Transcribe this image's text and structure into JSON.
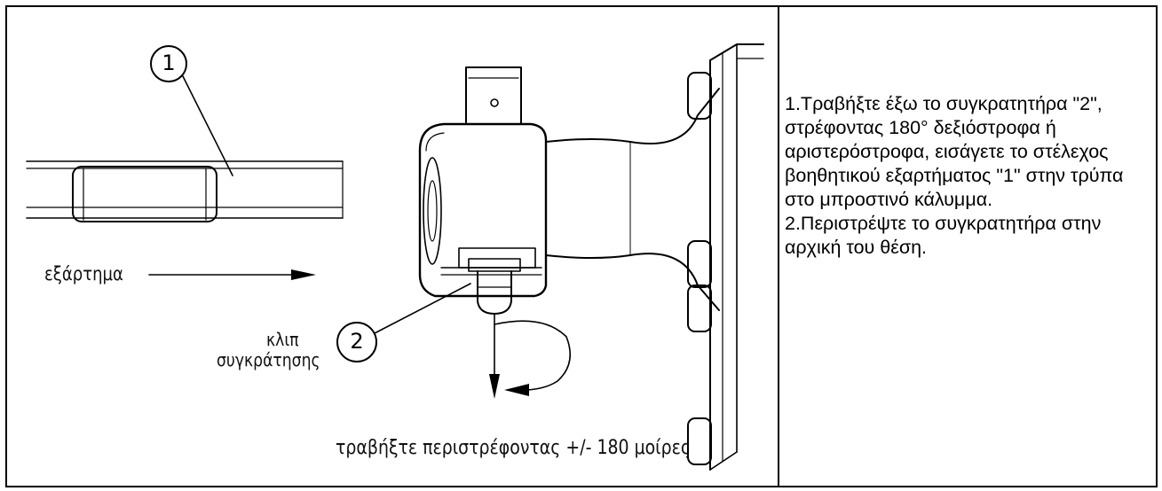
{
  "figure": {
    "callout_1": "1",
    "callout_2": "2",
    "label_part": "εξάρτημα",
    "label_clip_line1": "κλιπ",
    "label_clip_line2": "συγκράτησης",
    "label_pull": "τραβήξτε περιστρέφοντας +/- 180 μοίρες"
  },
  "instructions": [
    "1.Τραβήξτε έξω το συγκρατητήρα \"2\", στρέφοντας 180° δεξιόστροφα ή αριστερόστροφα, εισάγετε το στέλεχος βοηθητικού εξαρτήματος \"1\" στην τρύπα στο μπροστινό κάλυμμα.",
    "2.Περιστρέψτε το συγκρατητήρα στην αρχική του θέση."
  ]
}
